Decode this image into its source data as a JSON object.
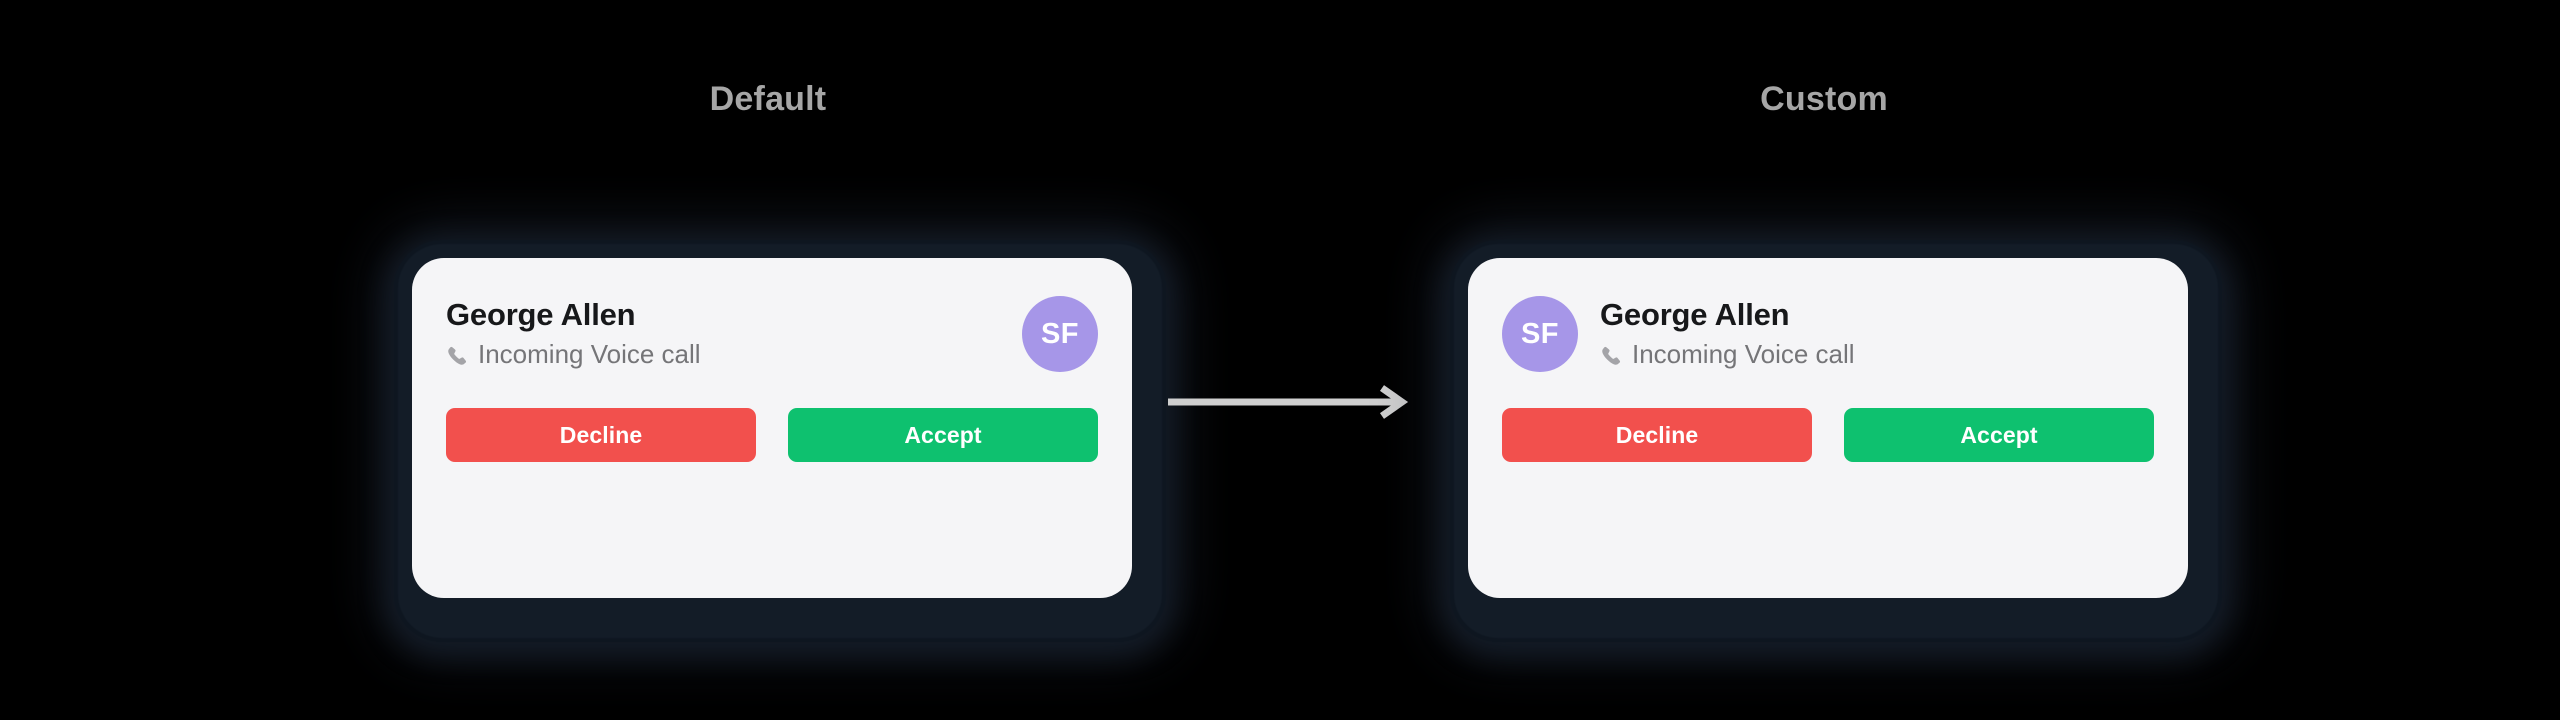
{
  "page": {
    "background": "#000000",
    "arrow_color": "#cfcfcf",
    "arrow_icon": "arrow-right-icon"
  },
  "sections": [
    {
      "id": "default",
      "label": "Default",
      "avatar_position": "right"
    },
    {
      "id": "custom",
      "label": "Custom",
      "avatar_position": "left"
    }
  ],
  "notification": {
    "caller_name": "George Allen",
    "call_status": "Incoming Voice call",
    "call_icon": "phone-icon",
    "avatar": {
      "initials": "SF",
      "color": "#a696e8",
      "text_color": "#ffffff"
    },
    "buttons": {
      "decline_label": "Decline",
      "decline_color": "#f2504d",
      "accept_label": "Accept",
      "accept_color": "#0ec16f"
    },
    "card_color": "#f5f5f7",
    "name_color": "#17181a",
    "status_color": "#757578"
  }
}
